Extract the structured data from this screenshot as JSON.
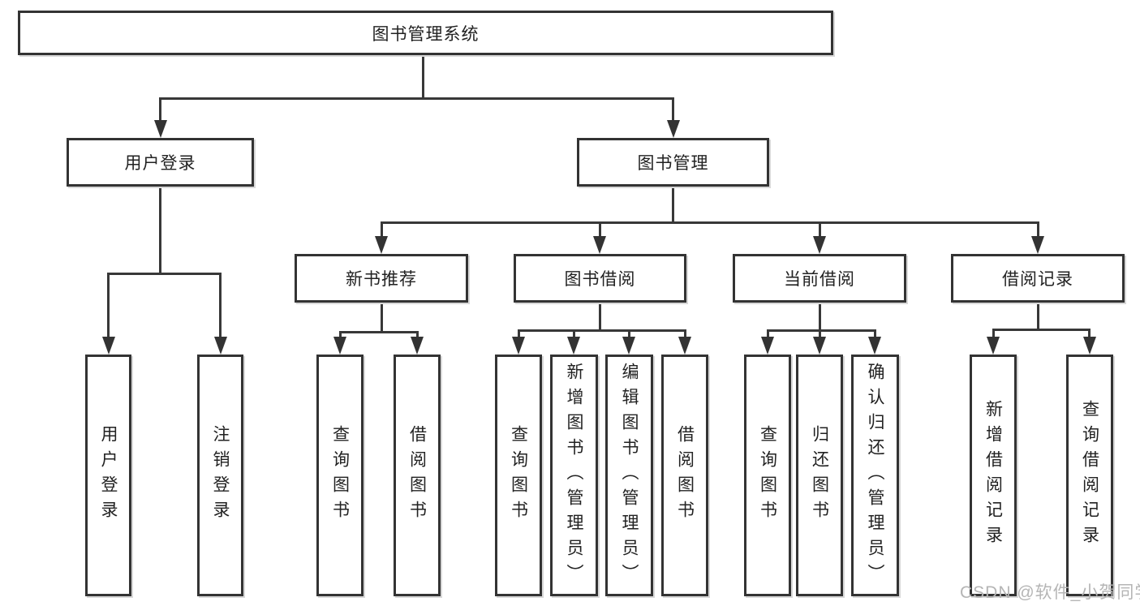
{
  "diagram_title": "图书管理系统",
  "tree": {
    "label": "图书管理系统",
    "children": [
      {
        "label": "用户登录",
        "children": [
          {
            "label": "用户登录"
          },
          {
            "label": "注销登录"
          }
        ]
      },
      {
        "label": "图书管理",
        "children": [
          {
            "label": "新书推荐",
            "children": [
              {
                "label": "查询图书"
              },
              {
                "label": "借阅图书"
              }
            ]
          },
          {
            "label": "图书借阅",
            "children": [
              {
                "label": "查询图书"
              },
              {
                "label": "新增图书（管理员）"
              },
              {
                "label": "编辑图书（管理员）"
              },
              {
                "label": "借阅图书"
              }
            ]
          },
          {
            "label": "当前借阅",
            "children": [
              {
                "label": "查询图书"
              },
              {
                "label": "归还图书"
              },
              {
                "label": "确认归还（管理员）"
              }
            ]
          },
          {
            "label": "借阅记录",
            "children": [
              {
                "label": "新增借阅记录"
              },
              {
                "label": "查询借阅记录"
              }
            ]
          }
        ]
      }
    ]
  },
  "watermark": "CSDN @软件_小贺同学",
  "colors": {
    "line": "#383838",
    "box_border": "#333333",
    "box_background": "#ffffff",
    "text": "#222222",
    "watermark": "#b5b5b5",
    "canvas_background": "#ffffff"
  }
}
